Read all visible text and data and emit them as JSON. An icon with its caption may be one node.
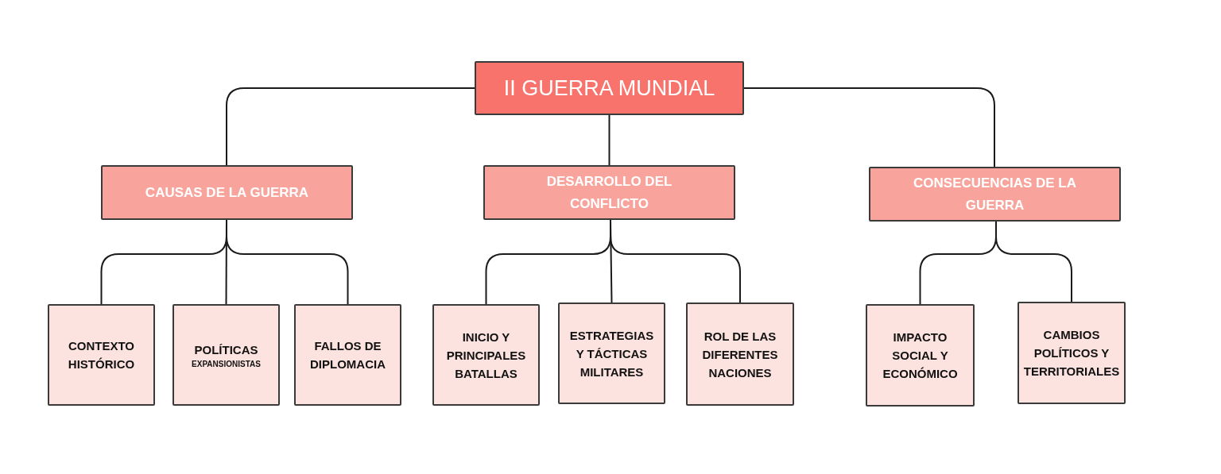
{
  "diagram": {
    "nodes": [
      {
        "text": [
          "II GUERRA MUNDIAL"
        ]
      },
      {
        "text": [
          "CAUSAS DE LA GUERRA"
        ]
      },
      {
        "text": [
          "DESARROLLO DEL CONFLICTO"
        ]
      },
      {
        "text": [
          "CONSECUENCIAS DE LA GUERRA"
        ]
      },
      {
        "text": [
          "CONTEXTO HISTÓRICO"
        ]
      },
      {
        "text": [
          "POLÍTICAS",
          "EXPANSIONISTAS"
        ]
      },
      {
        "text": [
          "FALLOS DE DIPLOMACIA"
        ]
      },
      {
        "text": [
          "INICIO Y PRINCIPALES BATALLAS"
        ]
      },
      {
        "text": [
          "ESTRATEGIAS Y TÁCTICAS MILITARES"
        ]
      },
      {
        "text": [
          "ROL DE LAS DIFERENTES NACIONES"
        ]
      },
      {
        "text": [
          "IMPACTO SOCIAL Y ECONÓMICO"
        ]
      },
      {
        "text": [
          "CAMBIOS POLÍTICOS Y TERRITORIALES"
        ]
      }
    ],
    "edges": [
      {
        "from": 0,
        "to": 1,
        "arrow": "none"
      },
      {
        "from": 0,
        "to": 2,
        "arrow": "none"
      },
      {
        "from": 0,
        "to": 3,
        "arrow": "none"
      },
      {
        "from": 1,
        "to": 4,
        "arrow": "none"
      },
      {
        "from": 1,
        "to": 5,
        "arrow": "none"
      },
      {
        "from": 1,
        "to": 6,
        "arrow": "none"
      },
      {
        "from": 2,
        "to": 7,
        "arrow": "none"
      },
      {
        "from": 2,
        "to": 8,
        "arrow": "none"
      },
      {
        "from": 2,
        "to": 9,
        "arrow": "none"
      },
      {
        "from": 3,
        "to": 10,
        "arrow": "none"
      },
      {
        "from": 3,
        "to": 11,
        "arrow": "none"
      }
    ]
  }
}
